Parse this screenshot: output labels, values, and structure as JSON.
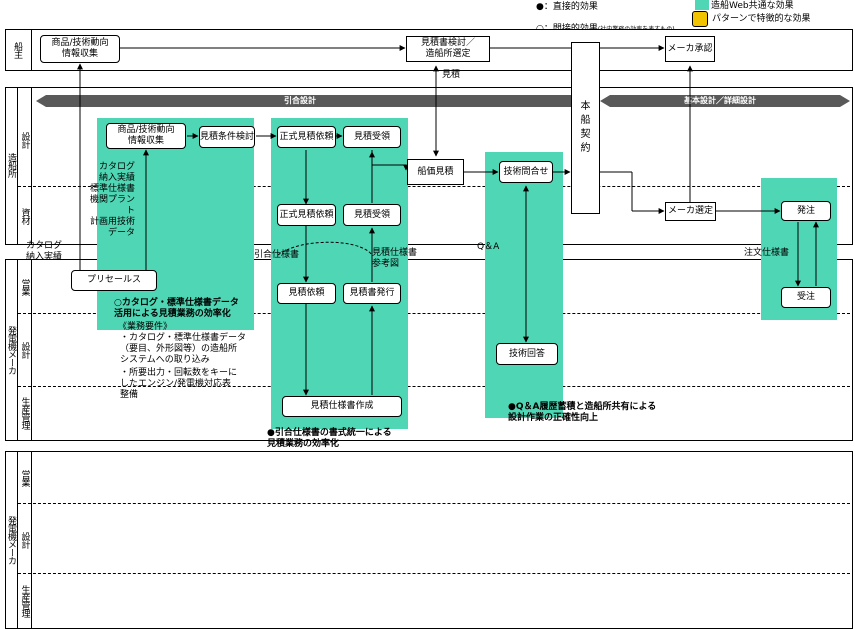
{
  "legend": {
    "direct": "●：直接的効果",
    "indirect_main": "○：間接的効果",
    "indirect_small": "(社内業務の効率を表すもの)",
    "common": "造船Web共通な効果",
    "pattern": "パターンで特徴的な効果"
  },
  "lanes": {
    "owner": "船主",
    "shipyard": "造船所",
    "shipyard_design": "設計",
    "shipyard_material": "資材",
    "maker1": "発電機メーカ",
    "maker1_sales": "営業",
    "maker1_design": "設計",
    "maker1_prod": "生産管理",
    "maker2": "発電機メーカ",
    "maker2_sales": "営業",
    "maker2_design": "設計",
    "maker2_prod": "生産管理"
  },
  "phases": {
    "left": "引合設計",
    "right": "基本設計／詳細設計"
  },
  "boxes": {
    "owner_info": "商品/技術動向\n情報収集",
    "owner_quote": "見積書検討／\n造船所選定",
    "maker_approval": "メーカ承認",
    "yard_info": "商品/技術動向\n情報収集",
    "quote_conditions": "見積条件検討",
    "formal_request1": "正式見積依頼",
    "quote_received1": "見積受領",
    "formal_request2": "正式見積依頼",
    "quote_received2": "見積受領",
    "ship_price": "船価見積",
    "tech_inquiry": "技術問合せ",
    "contract": "本\n船\n契\n約",
    "maker_select": "メーカ選定",
    "order": "発注",
    "presales": "プリセールス",
    "quote_request": "見積依頼",
    "quote_issue": "見積書発行",
    "spec_create": "見積仕様書作成",
    "tech_answer": "技術回答",
    "order_receive": "受注"
  },
  "labels": {
    "quote": "見積",
    "catalog_list": "カタログ\n納入実績\n標準仕様書\n機関プラント\n計画用技術\nデータ",
    "catalog_delivery": "カタログ\n納入実績",
    "inquiry_spec": "引合仕様書",
    "quote_spec_ref": "見積仕様書\n参考図",
    "qa": "Q＆A",
    "order_spec": "注文仕様書"
  },
  "notes": {
    "catalog_title": "○カタログ・標準仕様書データ\n活用による見積業務の効率化",
    "work_req": "《業務要件》",
    "req1": "・カタログ・標準仕様書データ\n（要目、外形図等）の造船所\nシステムへの取り込み",
    "req2": "・所要出力・回転数をキーに\nしたエンジン/発電機対応表\n整備",
    "inquiry_effect": "●引合仕様書の書式統一による\n見積業務の効率化",
    "qa_effect": "●Q＆A履歴蓄積と造船所共有による\n設計作業の正確性向上"
  }
}
